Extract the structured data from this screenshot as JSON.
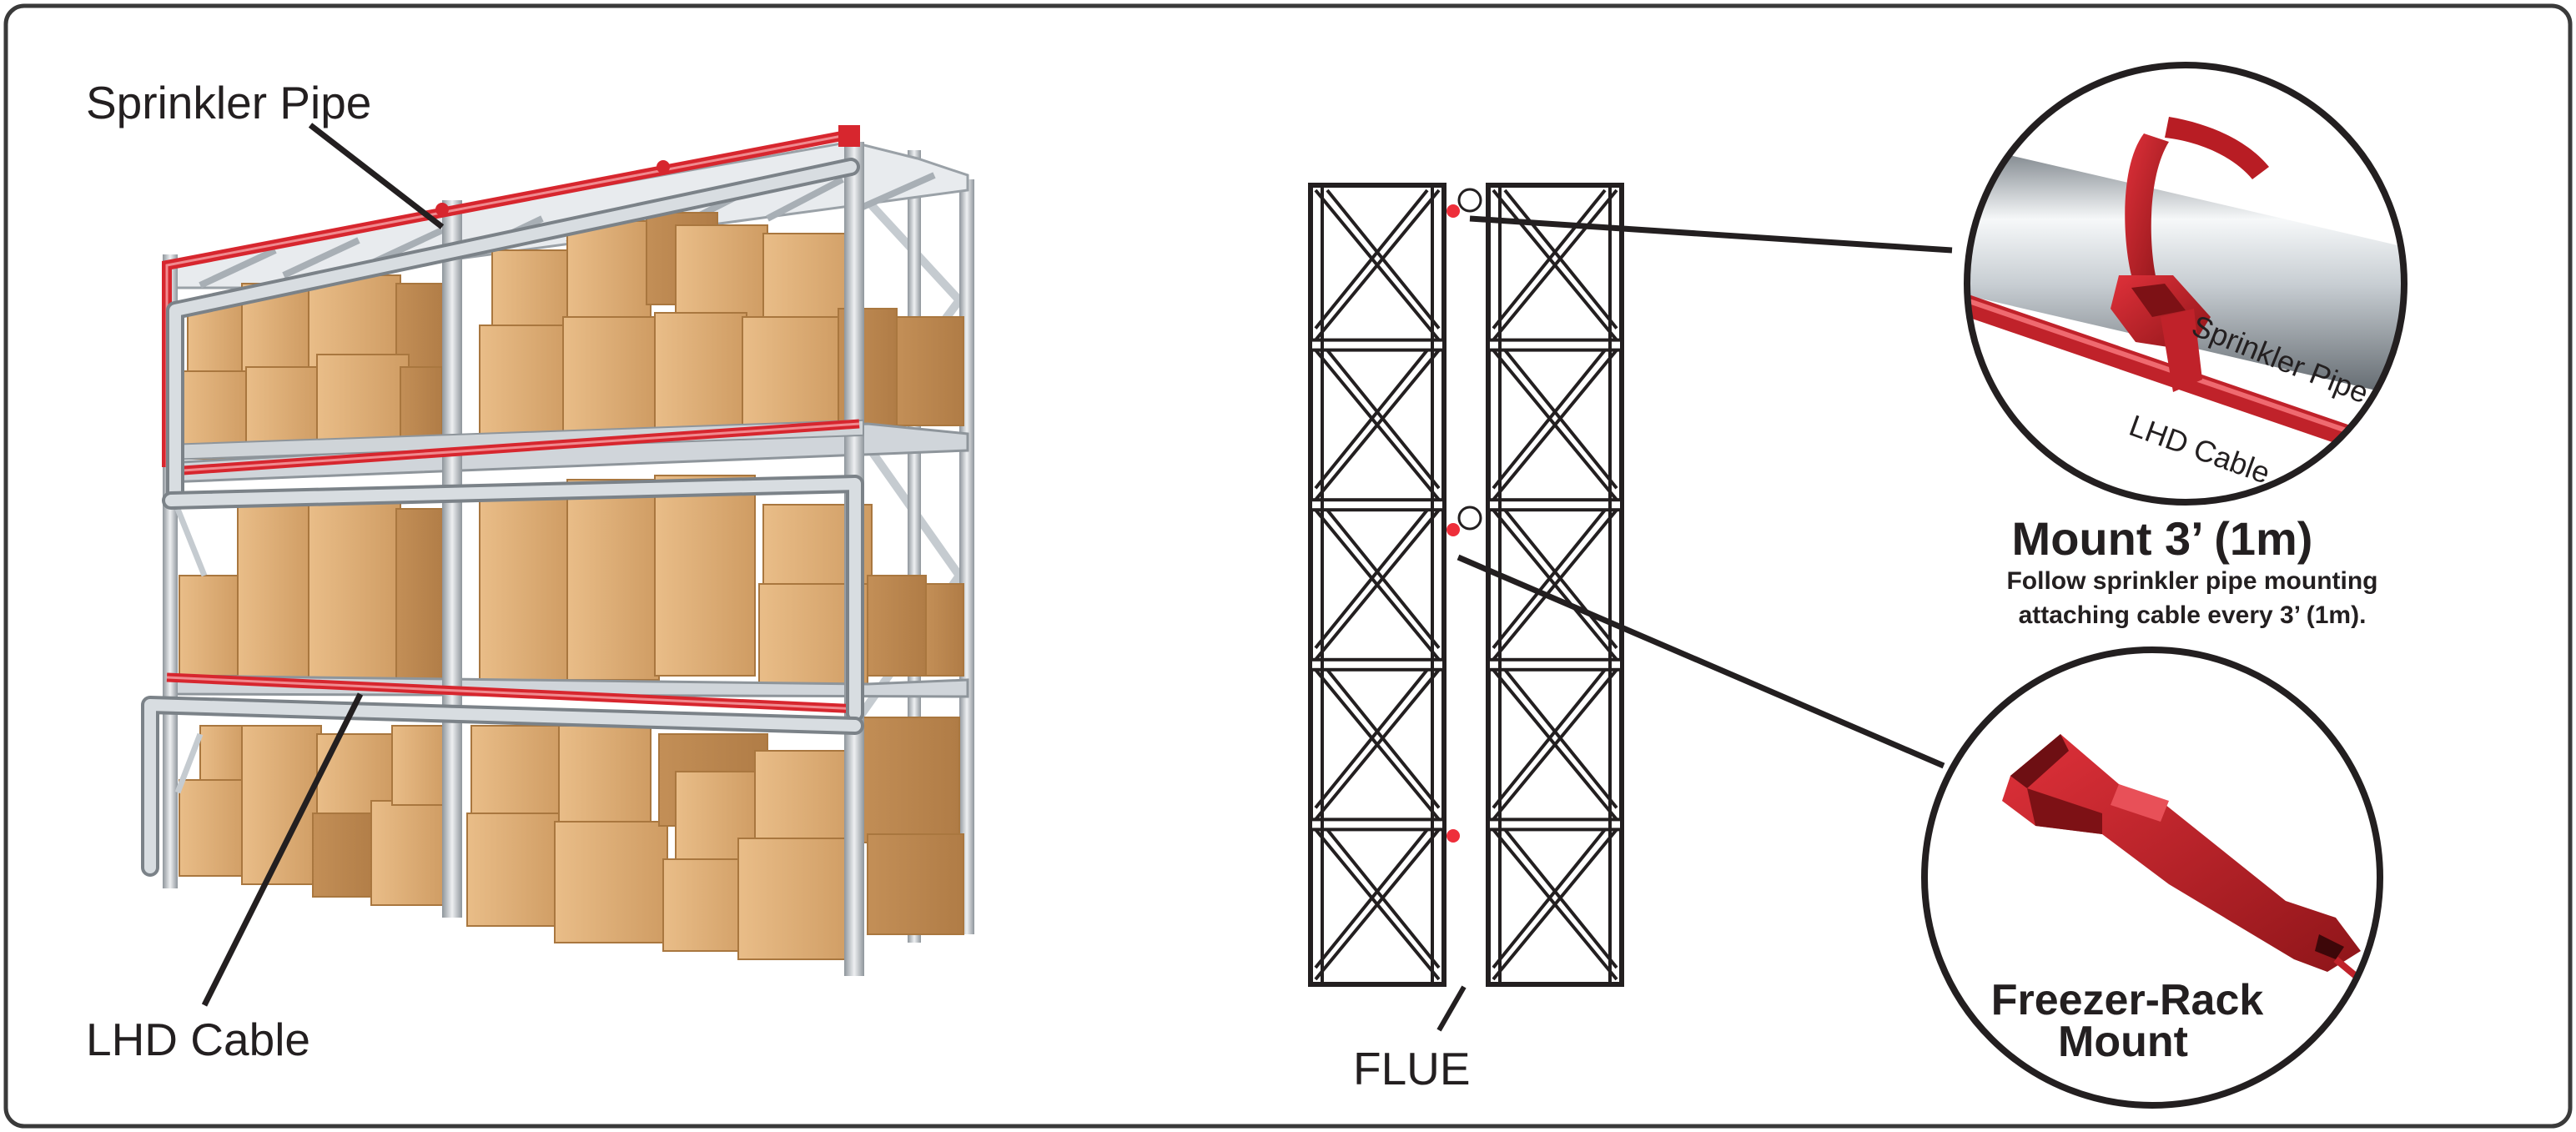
{
  "labels": {
    "sprinkler_pipe": "Sprinkler Pipe",
    "lhd_cable": "LHD Cable",
    "flue": "FLUE",
    "detail_sprinkler_pipe": "Sprinkler Pipe",
    "detail_lhd_cable": "LHD Cable"
  },
  "mount_info": {
    "heading": "Mount 3’ (1m)",
    "line1": "Follow sprinkler pipe mounting",
    "line2": "attaching cable every 3’ (1m)."
  },
  "freezer_mount": {
    "line1": "Freezer-Rack",
    "line2": "Mount"
  },
  "colors": {
    "cable_red": "#d7262e",
    "dark_red": "#9e1b20",
    "steel": "#b9c0c6",
    "box": "#d9aa74",
    "outline": "#231f20"
  }
}
